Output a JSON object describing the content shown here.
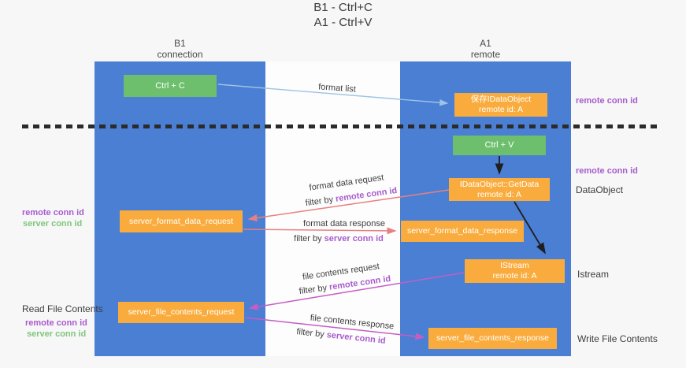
{
  "title": {
    "line1": "B1 - Ctrl+C",
    "line2": "A1 - Ctrl+V"
  },
  "lanes": {
    "left": {
      "title": "B1",
      "subtitle": "connection"
    },
    "right": {
      "title": "A1",
      "subtitle": "remote"
    }
  },
  "nodes": {
    "ctrl_c": {
      "label": "Ctrl + C"
    },
    "save_idataobject": {
      "line1": "保存IDataObject",
      "line2": "remote id: A"
    },
    "ctrl_v": {
      "label": "Ctrl + V"
    },
    "getdata": {
      "line1": "IDataObject::GetData",
      "line2": "remote id: A"
    },
    "format_request": {
      "label": "server_format_data_request"
    },
    "format_response": {
      "label": "server_format_data_response"
    },
    "istream": {
      "line1": "IStream",
      "line2": "remote id: A"
    },
    "file_request": {
      "label": "server_file_contents_request"
    },
    "file_response": {
      "label": "server_file_contents_response"
    }
  },
  "flow_labels": {
    "format_list": "format list",
    "format_data_request": "format data request",
    "format_data_response": "format data response",
    "file_contents_request": "file contents request",
    "file_contents_response": "file contents response",
    "filter_prefix": "filter by ",
    "remote_conn_id": "remote conn id",
    "server_conn_id": "server conn id"
  },
  "margin_labels": {
    "right_top_remote_conn_id": "remote conn id",
    "right_mid_remote_conn_id": "remote conn id",
    "dataobject": "DataObject",
    "istream": "Istream",
    "write_file_contents": "Write File Contents",
    "read_file_contents": "Read File Contents",
    "left_mid_remote_conn_id": "remote conn id",
    "left_mid_server_conn_id": "server conn id",
    "left_bottom_remote_conn_id": "remote conn id",
    "left_bottom_server_conn_id": "server conn id"
  },
  "colors": {
    "lane_blue": "#4a7fd4",
    "node_green": "#6ebf6d",
    "node_orange": "#f9ac3d",
    "purple_text": "#a85ccd",
    "green_text": "#7fc67c",
    "arrow_light_blue": "#9dc3e6",
    "arrow_salmon": "#e88080",
    "arrow_magenta": "#c45ec4",
    "arrow_black": "#1f1f1f"
  }
}
